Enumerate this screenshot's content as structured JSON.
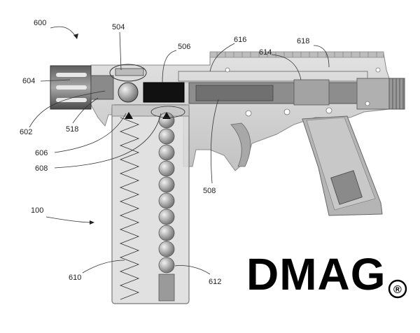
{
  "brand": {
    "text": "DMAG",
    "mark": "®"
  },
  "labels": {
    "l600": "600",
    "l504": "504",
    "l506": "506",
    "l616": "616",
    "l618": "618",
    "l614": "614",
    "l604": "604",
    "l602": "602",
    "l518": "518",
    "l606": "606",
    "l608": "608",
    "l508": "508",
    "l100": "100",
    "l610": "610",
    "l612": "612"
  },
  "colors": {
    "body": "#cfcfcf",
    "body_dark": "#9a9a9a",
    "barrel": "#7d7d7d",
    "bolt": "#111111",
    "ball": "#8c8c8c",
    "line": "#555555"
  }
}
